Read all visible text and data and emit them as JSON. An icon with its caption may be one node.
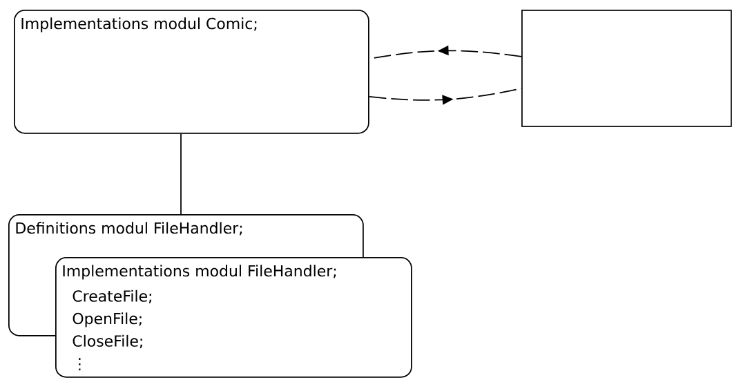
{
  "diagram": {
    "nodes": [
      {
        "text": [
          "Implementations modul Comic;"
        ]
      },
      {
        "text": [],
        "shape": "box"
      },
      {
        "text": [
          "Definitions modul FileHandler;"
        ]
      },
      {
        "text": [
          "Implementations modul FileHandler;",
          "CreateFile; OpenFile; CloseFile; ⋮"
        ]
      }
    ],
    "edges": [
      {
        "from": 1,
        "to": 0,
        "arrow": "to",
        "style": "dashed"
      },
      {
        "from": 0,
        "to": 1,
        "arrow": "to",
        "style": "dashed"
      },
      {
        "from": 0,
        "to": 2,
        "arrow": "none"
      }
    ]
  }
}
